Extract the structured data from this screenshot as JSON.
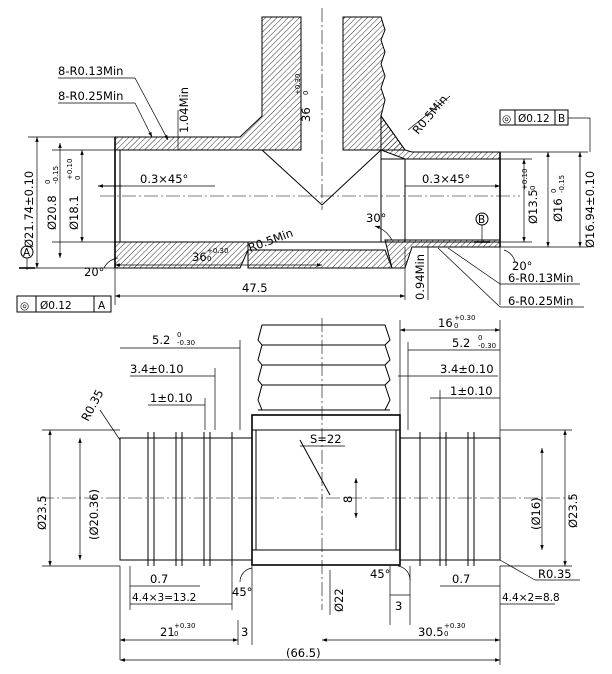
{
  "top_view": {
    "radius_outer_small": "8-R0.13Min",
    "radius_outer_large": "8-R0.25Min",
    "wall_min": "1.04Min",
    "branch_height_main": "36",
    "branch_height_tol_up": "+0.30",
    "branch_height_tol_low": "0",
    "radius_branch": "R0.5Min",
    "ref_b_symbol": "◎",
    "ref_b_value": "Ø0.12",
    "ref_b_datum": "B",
    "dia_outer_left": "Ø21.74±0.10",
    "dia_bead_left_main": "Ø20.8",
    "dia_bead_left_tol_up": "0",
    "dia_bead_left_tol_low": "-0.15",
    "dia_bore_left_main": "Ø18.1",
    "dia_bore_left_tol_up": "+0.10",
    "dia_bore_left_tol_low": "0",
    "chamfer_left": "0.3×45°",
    "chamfer_right": "0.3×45°",
    "angle_30": "30°",
    "radius_bottom": "R0.5Min",
    "datum_b": "B",
    "dia_bore_right_main": "Ø13.5",
    "dia_bore_right_tol_up": "+0.10",
    "dia_bore_right_tol_low": "0",
    "dia_bead_right_main": "Ø16",
    "dia_bead_right_tol_up": "0",
    "dia_bead_right_tol_low": "-0.15",
    "dia_outer_right": "Ø16.94±0.10",
    "datum_a": "A",
    "angle_left": "20°",
    "angle_right": "20°",
    "len_left_main": "36",
    "len_left_tol_up": "+0.30",
    "len_left_tol_low": "0",
    "wall_min_bottom": "0.94Min",
    "radius_right_small": "6-R0.13Min",
    "radius_right_large": "6-R0.25Min",
    "ref_a_symbol": "◎",
    "ref_a_value": "Ø0.12",
    "ref_a_datum": "A",
    "len_total": "47.5"
  },
  "bottom_view": {
    "left_5_2_main": "5.2",
    "left_5_2_tol_up": "0",
    "left_5_2_tol_low": "-0.30",
    "left_3_4": "3.4±0.10",
    "left_1": "1±0.10",
    "radius_left": "R0.35",
    "right_16_main": "16",
    "right_16_tol_up": "+0.30",
    "right_16_tol_low": "0",
    "right_5_2_main": "5.2",
    "right_5_2_tol_up": "0",
    "right_5_2_tol_low": "-0.30",
    "right_3_4": "3.4±0.10",
    "right_1": "1±0.10",
    "hex": "S=22",
    "dia_left_outer": "Ø23.5",
    "dia_left_inner": "(Ø20.36)",
    "center_dim": "8",
    "dia_right_inner": "(Ø16)",
    "dia_right_outer": "Ø23.5",
    "left_0_7": "0.7",
    "left_pitch": "4.4×3=13.2",
    "angle_45_left": "45°",
    "dia_22": "Ø22",
    "angle_45_right": "45°",
    "right_0_7": "0.7",
    "radius_right": "R0.35",
    "right_pitch": "4.4×2=8.8",
    "dim_3_left": "3",
    "dim_3_right": "3",
    "left_21_main": "21",
    "left_21_tol_up": "+0.30",
    "left_21_tol_low": "0",
    "right_30_5_main": "30.5",
    "right_30_5_tol_up": "+0.30",
    "right_30_5_tol_low": "0",
    "overall": "(66.5)"
  }
}
